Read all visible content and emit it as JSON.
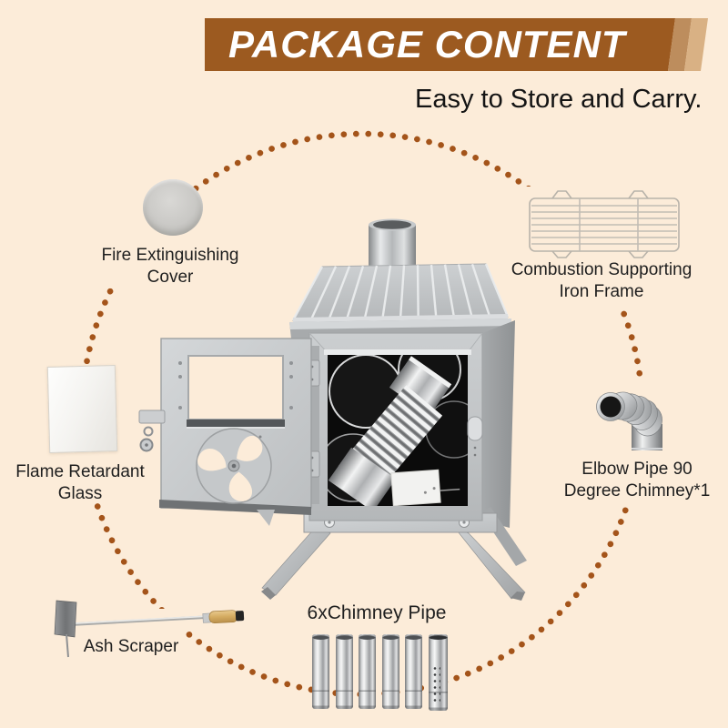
{
  "page": {
    "background": "#fcecd9"
  },
  "banner": {
    "title": "PACKAGE CONTENT",
    "main_color": "#9c5a20",
    "stripe1_color": "#bd8d5d",
    "stripe2_color": "#d9b184"
  },
  "subtitle": "Easy to Store and Carry.",
  "decor": {
    "dot_color": "#a4541a",
    "text_color": "#1f1f1f"
  },
  "items": {
    "fire_cover": {
      "line1": "Fire Extinguishing",
      "line2": "Cover"
    },
    "iron_frame": {
      "line1": "Combustion Supporting",
      "line2": "Iron Frame"
    },
    "flame_glass": {
      "line1": "Flame Retardant",
      "line2": "Glass"
    },
    "elbow_pipe": {
      "line1": "Elbow Pipe 90",
      "line2": "Degree Chimney*1"
    },
    "ash_scraper": {
      "line1": "Ash Scraper"
    },
    "chimney_pipes": {
      "line1": "6xChimney Pipe",
      "count": 6
    }
  }
}
